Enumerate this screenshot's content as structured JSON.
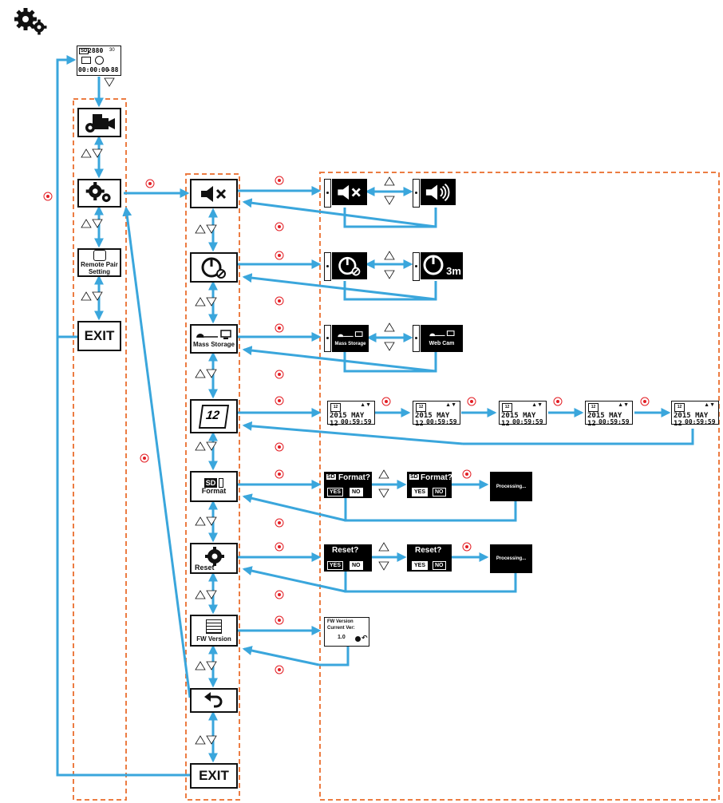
{
  "header": {
    "icon": "gear-pair-icon"
  },
  "colors": {
    "arrow": "#3aa6dc",
    "dashed": "#ec7c42",
    "ok_dot": "#e31e24"
  },
  "top_screen": {
    "resolution": "2880",
    "rate": "30",
    "time": "00:00:00",
    "counter": "-88"
  },
  "main_menu": {
    "items": [
      {
        "icon": "video-settings-icon",
        "label": ""
      },
      {
        "icon": "gear-pair-icon",
        "label": ""
      },
      {
        "icon": "remote-icon",
        "label": "Remote Pair Setting"
      },
      {
        "icon": "",
        "label": "EXIT"
      }
    ]
  },
  "setup_menu": {
    "items": [
      {
        "icon": "mute-icon",
        "label": ""
      },
      {
        "icon": "auto-power-off-icon",
        "label": ""
      },
      {
        "icon": "usb-icon",
        "label": "Mass Storage"
      },
      {
        "icon": "calendar-icon",
        "label": "12"
      },
      {
        "icon": "sd-card-icon",
        "label": "Format",
        "badge": "SD"
      },
      {
        "icon": "gear-icon",
        "label": "Reset"
      },
      {
        "icon": "firmware-icon",
        "label": "FW Version"
      },
      {
        "icon": "back-icon",
        "label": ""
      },
      {
        "icon": "",
        "label": "EXIT"
      }
    ]
  },
  "options": {
    "usb": {
      "left": "Mass Storage",
      "right": "Web Cam"
    },
    "auto_off": {
      "unit": "3m"
    },
    "date": {
      "icon_text": "12",
      "line1": "2015 MAY 12",
      "line2": "00:59:59",
      "count": 5
    },
    "format": {
      "badge": "SD",
      "question": "Format?",
      "yes": "YES",
      "no": "NO",
      "processing": "Processing..."
    },
    "reset": {
      "question": "Reset?",
      "yes": "YES",
      "no": "NO",
      "processing": "Processing..."
    },
    "fw": {
      "title": "FW Version",
      "current": "Current Ver:",
      "version": "1.0"
    }
  },
  "hint_icons": {
    "up": "mode-button-icon",
    "down": "down-button-icon",
    "ok": "ok-button-icon"
  }
}
